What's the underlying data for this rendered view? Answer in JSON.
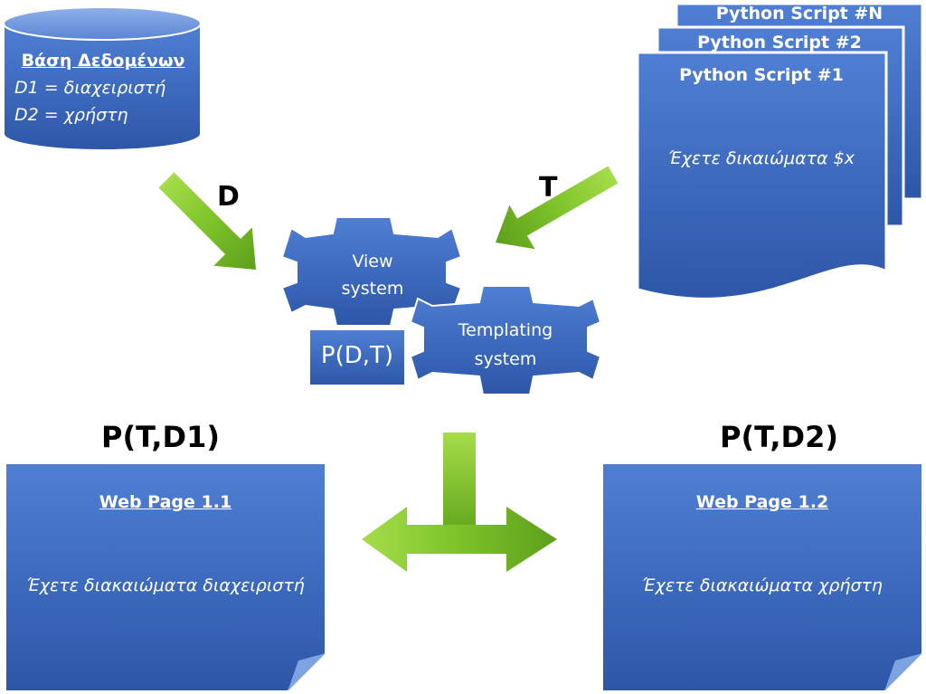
{
  "database": {
    "title": "Βάση Δεδομένων",
    "line1": "D1 = διαχειριστή",
    "line2": "D2 = χρήστη"
  },
  "scripts": {
    "n_title": "Python Script #N",
    "two_title": "Python Script #2",
    "one_title": "Python Script #1",
    "one_body": "Έχετε δικαιώματα $x"
  },
  "arrows": {
    "d_label": "D",
    "t_label": "T"
  },
  "gears": {
    "view_line1": "View",
    "view_line2": "system",
    "templating_line1": "Templating",
    "templating_line2": "system"
  },
  "pdt_label": "P(D,T)",
  "outputs": {
    "left_heading": "P(T,D1)",
    "right_heading": "P(T,D2)",
    "page1_title": "Web Page 1.1",
    "page1_body": "Έχετε διακαιώματα διαχειριστή",
    "page2_title": "Web Page 1.2",
    "page2_body": "Έχετε διακαιώματα χρήστη"
  },
  "colors": {
    "blue_box": "#3a66c4",
    "blue_dark": "#2a4f9e",
    "arrow_green": "#7fc52a"
  }
}
